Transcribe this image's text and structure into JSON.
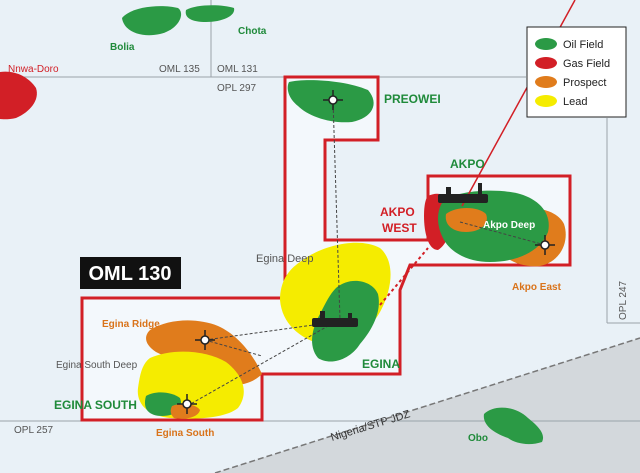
{
  "colors": {
    "sea": "#e9f1f7",
    "block_border": "#d21f26",
    "block_fill": "#f3f8fc",
    "oil": "#2b9a45",
    "gas": "#d21f26",
    "prospect": "#e07c1c",
    "lead": "#f5ec00",
    "jdz": "#d3d8dc",
    "label_green": "#1f8a3a",
    "label_orange": "#d9731a",
    "label_red": "#d21f26",
    "label_gray": "#555555"
  },
  "legend": {
    "oil": "Oil Field",
    "gas": "Gas Field",
    "prospect": "Prospect",
    "lead": "Lead"
  },
  "block_labels": {
    "oml135": "OML 135",
    "oml131": "OML 131",
    "opl297": "OPL 297",
    "opl257": "OPL 257",
    "opl247": "OPL 247",
    "jdz": "Nigeria/STP JDZ",
    "oml130": "OML 130"
  },
  "field_labels": {
    "nnwa_doro": "Nnwa-Doro",
    "bolia": "Bolia",
    "chota": "Chota",
    "preowei": "PREOWEI",
    "akpo": "AKPO",
    "akpo_west_line1": "AKPO",
    "akpo_west_line2": "WEST",
    "akpo_deep": "Akpo Deep",
    "akpo_east": "Akpo East",
    "egina_deep": "Egina Deep",
    "egina": "EGINA",
    "egina_ridge": "Egina Ridge",
    "egina_south_deep": "Egina South Deep",
    "egina_south": "EGINA SOUTH",
    "egina_south_prospect": "Egina South",
    "obo": "Obo"
  }
}
